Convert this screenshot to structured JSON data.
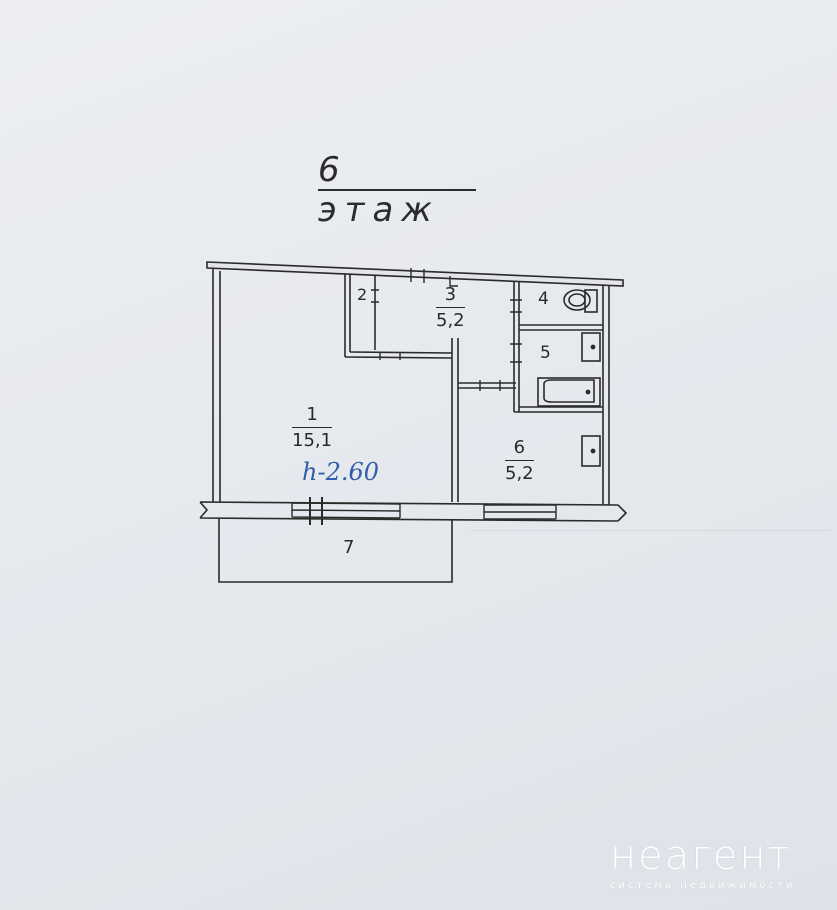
{
  "floor_title": "6 этаж",
  "rooms": [
    {
      "id": "1",
      "area": "15,1"
    },
    {
      "id": "2",
      "area": ""
    },
    {
      "id": "3",
      "area": "5,2"
    },
    {
      "id": "4",
      "area": ""
    },
    {
      "id": "5",
      "area": ""
    },
    {
      "id": "6",
      "area": "5,2"
    },
    {
      "id": "7",
      "area": ""
    }
  ],
  "height_note": "h-2.60",
  "watermark": {
    "main": "неагент",
    "sub": "система недвижимости"
  },
  "colors": {
    "line": "#2a2a2a",
    "note": "#2f5fa8",
    "paper": "#e9ebef"
  }
}
